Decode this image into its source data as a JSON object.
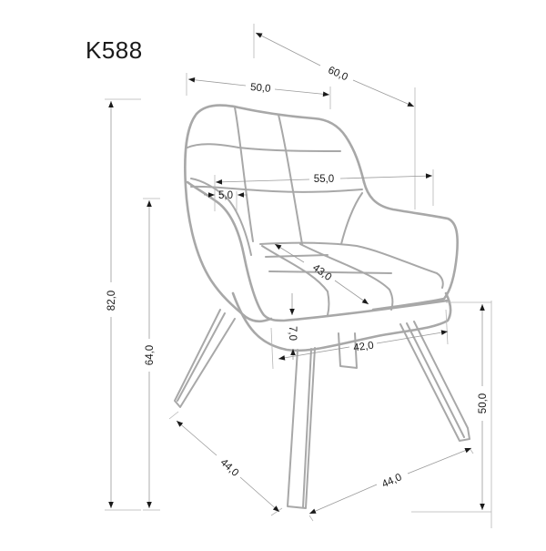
{
  "product": {
    "model": "K588"
  },
  "colors": {
    "outline": "#a8a8a8",
    "dimension_line": "#9a9a9a",
    "text": "#1a1a1a",
    "background": "#ffffff"
  },
  "dimensions": {
    "overall_depth": "60,0",
    "overall_width": "50,0",
    "armrest_width": "55,0",
    "armrest_thickness": "5,0",
    "seat_depth": "43,0",
    "seat_thickness": "7,0",
    "seat_width": "42,0",
    "overall_height": "82,0",
    "armrest_height": "64,0",
    "seat_height": "50,0",
    "leg_span_left": "44,0",
    "leg_span_right": "44,0"
  }
}
